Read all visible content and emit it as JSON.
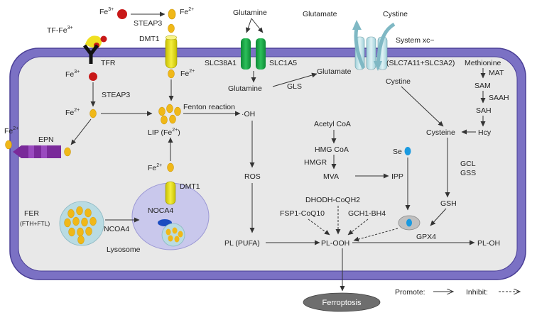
{
  "colors": {
    "cell_fill": "#e8e8e8",
    "cell_border": "#6a5fb0",
    "fe3": "#c81818",
    "fe2": "#f0b818",
    "transporter_green": "#1aa84a",
    "xc_transporter": "#b8dfe6",
    "dmt1": "#e8e020",
    "epn": "#7a2a9a",
    "vesicle": "#b9dbe2",
    "lysosome": "#c9c8ec",
    "se_blue": "#1a9ae0",
    "ferroptosis": "#6e6e6e"
  },
  "icons": {
    "tfr": "y-shaped-receptor-icon",
    "fe3_ion": "red-circle-icon",
    "fe2_ion": "yellow-oval-icon"
  },
  "labels": {
    "fe3_top": "Fe",
    "fe3_top_sup": "3+",
    "fe2_top": "Fe",
    "fe2_top_sup": "2+",
    "steap3_top": "STEAP3",
    "tf_fe3": "TF-Fe",
    "tf_fe3_sup": "3+",
    "tfr": "TFR",
    "dmt1_top": "DMT1",
    "fe2_below_dmt1": "Fe",
    "fe2_below_dmt1_sup": "2+",
    "glutamine_top": "Glutamine",
    "slc38a1": "SLC38A1",
    "slc1a5": "SLC1A5",
    "glutamine_in": "Glutamine",
    "gls": "GLS",
    "glutamate_in": "Glutamate",
    "glutamate_out": "Glutamate",
    "cystine_out": "Cystine",
    "system_xc": "System xc−",
    "xc_subunits": "(SLC7A11+SLC3A2)",
    "cystine_in": "Cystine",
    "methionine": "Methionine",
    "mat": "MAT",
    "sam": "SAM",
    "saah": "SAAH",
    "sah": "SAH",
    "cysteine": "Cysteine",
    "hcy": "Hcy",
    "gcl": "GCL",
    "gss": "GSS",
    "gsh": "GSH",
    "gpx4": "GPX4",
    "se": "Se",
    "fe3_cell": "Fe",
    "fe3_cell_sup": "3+",
    "steap3_cell": "STEAP3",
    "fe2_cell": "Fe",
    "fe2_cell_sup": "2+",
    "fe2_out": "Fe",
    "fe2_out_sup": "2+",
    "epn": "EPN",
    "fenton": "Fenton reaction",
    "oh": "·OH",
    "lip": "LIP (Fe",
    "lip_sup": "2+",
    "lip_end": ")",
    "ros": "ROS",
    "pl_pufa": "PL (PUFA)",
    "pl_ooh": "PL-OOH",
    "pl_oh": "PL-OH",
    "acetyl_coa": "Acetyl CoA",
    "hmg_coa": "HMG CoA",
    "hmgr": "HMGR",
    "mva": "MVA",
    "ipp": "IPP",
    "dhodh": "DHODH-CoQH2",
    "fsp1": "FSP1-CoQ10",
    "gch1": "GCH1-BH4",
    "fe2_lyso": "Fe",
    "fe2_lyso_sup": "2+",
    "dmt1_lyso": "DMT1",
    "noca4_lyso": "NOCA4",
    "lysosome": "Lysosome",
    "fer": "FER",
    "fer_sub": "(FTH+FTL)",
    "ncoa4": "NCOA4",
    "ferroptosis": "Ferroptosis",
    "promote": "Promote:",
    "inhibit": "Inhibit:"
  }
}
